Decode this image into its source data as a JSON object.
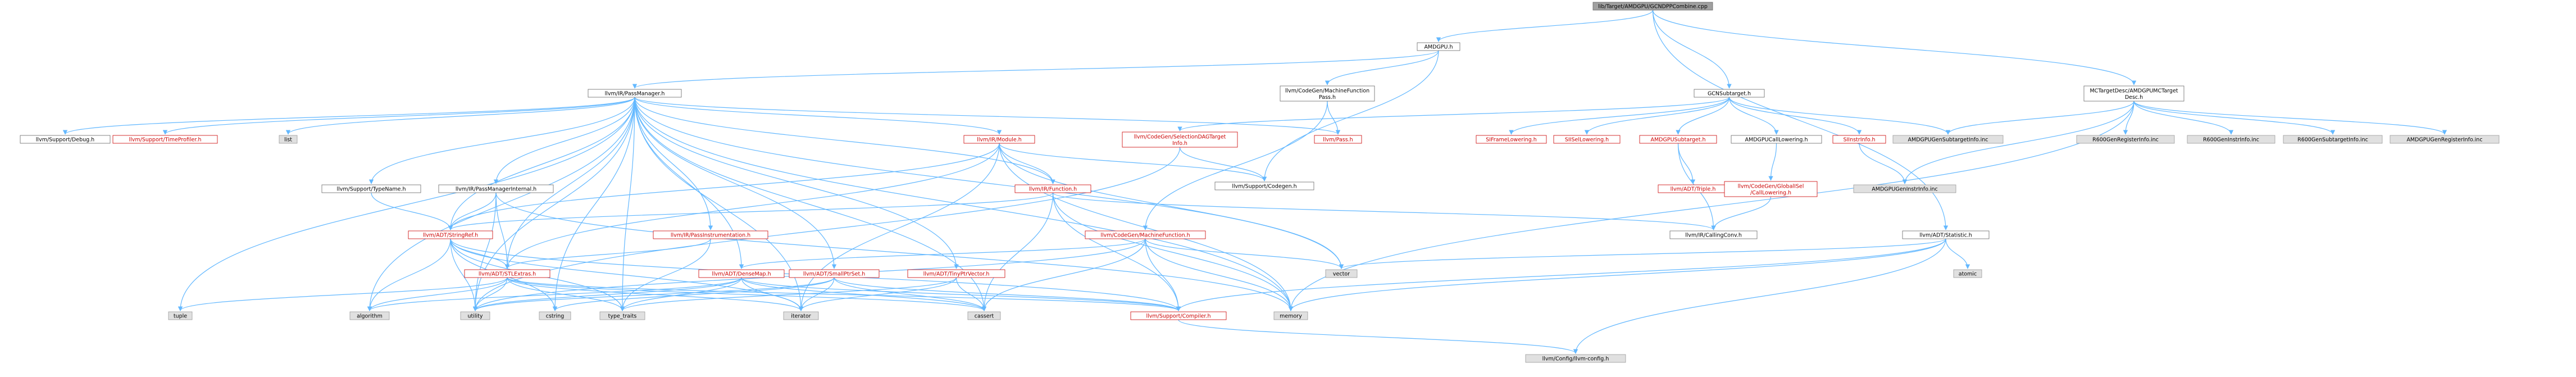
{
  "colors": {
    "edge": "#63b8ff",
    "edge_dark": "#404040",
    "node_fill": "#ffffff",
    "node_stroke": "#666666",
    "node_text": "#000000",
    "node_red_text": "#cc0000",
    "node_red_stroke": "#cc0000",
    "node_gray_fill": "#e0e0e0",
    "node_gray_stroke": "#999999",
    "root_fill": "#a0a0a0",
    "root_stroke": "#666666"
  },
  "nodes": [
    {
      "id": "root",
      "label": "lib/Target/AMDGPU/GCNDPPCombine.cpp",
      "style": "root"
    },
    {
      "id": "amdgpu_h",
      "label": "AMDGPU.h",
      "style": "plain"
    },
    {
      "id": "gcnsubtarget",
      "label": "GCNSubtarget.h",
      "style": "plain"
    },
    {
      "id": "mctargetdesc",
      "label": [
        "MCTargetDesc/AMDGPUMCTarget",
        "Desc.h"
      ],
      "style": "plain"
    },
    {
      "id": "statistic",
      "label": "llvm/ADT/Statistic.h",
      "style": "plain"
    },
    {
      "id": "passmanager",
      "label": "llvm/IR/PassManager.h",
      "style": "plain"
    },
    {
      "id": "mfpass",
      "label": [
        "llvm/CodeGen/MachineFunction",
        "Pass.h"
      ],
      "style": "plain"
    },
    {
      "id": "support_debug",
      "label": "llvm/Support/Debug.h",
      "style": "plain"
    },
    {
      "id": "timeprofiler",
      "label": "llvm/Support/TimeProfiler.h",
      "style": "red"
    },
    {
      "id": "list",
      "label": "list",
      "style": "gray"
    },
    {
      "id": "typename",
      "label": "llvm/Support/TypeName.h",
      "style": "plain"
    },
    {
      "id": "pminternal",
      "label": "llvm/IR/PassManagerInternal.h",
      "style": "plain"
    },
    {
      "id": "irmodule",
      "label": "llvm/IR/Module.h",
      "style": "red"
    },
    {
      "id": "seldag",
      "label": [
        "llvm/CodeGen/SelectionDAGTarget",
        "Info.h"
      ],
      "style": "red"
    },
    {
      "id": "pass_h",
      "label": "llvm/Pass.h",
      "style": "red"
    },
    {
      "id": "codegen_support",
      "label": "llvm/Support/Codegen.h",
      "style": "plain"
    },
    {
      "id": "framelowering",
      "label": "SIFrameLowering.h",
      "style": "red"
    },
    {
      "id": "isellowering",
      "label": "SIISelLowering.h",
      "style": "red"
    },
    {
      "id": "amdgpusubtarget",
      "label": "AMDGPUSubtarget.h",
      "style": "red"
    },
    {
      "id": "calllowering",
      "label": "AMDGPUCallLowering.h",
      "style": "plain"
    },
    {
      "id": "siinstrinfo",
      "label": "SIInstrInfo.h",
      "style": "red"
    },
    {
      "id": "gensubtargetinfo",
      "label": "AMDGPUGenSubtargetInfo.inc",
      "style": "gray"
    },
    {
      "id": "r600genregister",
      "label": "R600GenRegisterInfo.inc",
      "style": "gray"
    },
    {
      "id": "r600geninstr",
      "label": "R600GenInstrInfo.inc",
      "style": "gray"
    },
    {
      "id": "r600gensubtarget",
      "label": "R600GenSubtargetInfo.inc",
      "style": "gray"
    },
    {
      "id": "amdgpugenregister",
      "label": "AMDGPUGenRegisterInfo.inc",
      "style": "gray"
    },
    {
      "id": "irfunction",
      "label": "llvm/IR/Function.h",
      "style": "red"
    },
    {
      "id": "triple",
      "label": "llvm/ADT/Triple.h",
      "style": "red"
    },
    {
      "id": "globalisel",
      "label": [
        "llvm/CodeGen/GlobalISel",
        "/CallLowering.h"
      ],
      "style": "red"
    },
    {
      "id": "amdgpugeninstr",
      "label": "AMDGPUGenInstrInfo.inc",
      "style": "gray"
    },
    {
      "id": "stringref",
      "label": "llvm/ADT/StringRef.h",
      "style": "red"
    },
    {
      "id": "passinstr",
      "label": "llvm/IR/PassInstrumentation.h",
      "style": "red"
    },
    {
      "id": "machinefunction",
      "label": "llvm/CodeGen/MachineFunction.h",
      "style": "red"
    },
    {
      "id": "callingconv",
      "label": "llvm/IR/CallingConv.h",
      "style": "plain"
    },
    {
      "id": "vector",
      "label": "vector",
      "style": "gray"
    },
    {
      "id": "atomic",
      "label": "atomic",
      "style": "gray"
    },
    {
      "id": "stlextras",
      "label": "llvm/ADT/STLExtras.h",
      "style": "red"
    },
    {
      "id": "densemap",
      "label": "llvm/ADT/DenseMap.h",
      "style": "red"
    },
    {
      "id": "smallptrset",
      "label": "llvm/ADT/SmallPtrSet.h",
      "style": "red"
    },
    {
      "id": "tinyptrvector",
      "label": "llvm/ADT/TinyPtrVector.h",
      "style": "red"
    },
    {
      "id": "tuple",
      "label": "tuple",
      "style": "gray"
    },
    {
      "id": "algorithm",
      "label": "algorithm",
      "style": "gray"
    },
    {
      "id": "utility",
      "label": "utility",
      "style": "gray"
    },
    {
      "id": "cstring",
      "label": "cstring",
      "style": "gray"
    },
    {
      "id": "type_traits",
      "label": "type_traits",
      "style": "gray"
    },
    {
      "id": "iterator",
      "label": "iterator",
      "style": "gray"
    },
    {
      "id": "cassert",
      "label": "cassert",
      "style": "gray"
    },
    {
      "id": "compiler",
      "label": "llvm/Support/Compiler.h",
      "style": "red"
    },
    {
      "id": "memory",
      "label": "memory",
      "style": "gray"
    },
    {
      "id": "llvmconfig",
      "label": "llvm/Config/llvm-config.h",
      "style": "gray"
    }
  ],
  "edges": [
    [
      "root",
      "amdgpu_h"
    ],
    [
      "root",
      "gcnsubtarget"
    ],
    [
      "root",
      "mctargetdesc"
    ],
    [
      "root",
      "statistic"
    ],
    [
      "amdgpu_h",
      "passmanager"
    ],
    [
      "amdgpu_h",
      "mfpass"
    ],
    [
      "amdgpu_h",
      "codegen_support"
    ],
    [
      "passmanager",
      "support_debug"
    ],
    [
      "passmanager",
      "timeprofiler"
    ],
    [
      "passmanager",
      "list"
    ],
    [
      "passmanager",
      "typename"
    ],
    [
      "passmanager",
      "pminternal"
    ],
    [
      "passmanager",
      "irmodule"
    ],
    [
      "passmanager",
      "pass_h"
    ],
    [
      "passmanager",
      "irfunction"
    ],
    [
      "passmanager",
      "stringref"
    ],
    [
      "passmanager",
      "passinstr"
    ],
    [
      "passmanager",
      "stlextras"
    ],
    [
      "passmanager",
      "densemap"
    ],
    [
      "passmanager",
      "smallptrset"
    ],
    [
      "passmanager",
      "tinyptrvector"
    ],
    [
      "passmanager",
      "tuple"
    ],
    [
      "passmanager",
      "algorithm"
    ],
    [
      "passmanager",
      "utility"
    ],
    [
      "passmanager",
      "type_traits"
    ],
    [
      "passmanager",
      "iterator"
    ],
    [
      "passmanager",
      "cassert"
    ],
    [
      "passmanager",
      "vector"
    ],
    [
      "passmanager",
      "memory"
    ],
    [
      "passmanager",
      "cstring"
    ],
    [
      "mfpass",
      "pass_h"
    ],
    [
      "mfpass",
      "machinefunction"
    ],
    [
      "typename",
      "stringref"
    ],
    [
      "pminternal",
      "stringref"
    ],
    [
      "pminternal",
      "stlextras"
    ],
    [
      "pminternal",
      "memory"
    ],
    [
      "pminternal",
      "utility"
    ],
    [
      "irmodule",
      "irfunction"
    ],
    [
      "irmodule",
      "stringref"
    ],
    [
      "irmodule",
      "stlextras"
    ],
    [
      "irmodule",
      "codegen_support"
    ],
    [
      "irmodule",
      "vector"
    ],
    [
      "irmodule",
      "memory"
    ],
    [
      "irmodule",
      "iterator"
    ],
    [
      "seldag",
      "codegen_support"
    ],
    [
      "seldag",
      "utility"
    ],
    [
      "gcnsubtarget",
      "framelowering"
    ],
    [
      "gcnsubtarget",
      "isellowering"
    ],
    [
      "gcnsubtarget",
      "amdgpusubtarget"
    ],
    [
      "gcnsubtarget",
      "calllowering"
    ],
    [
      "gcnsubtarget",
      "siinstrinfo"
    ],
    [
      "gcnsubtarget",
      "gensubtargetinfo"
    ],
    [
      "gcnsubtarget",
      "seldag"
    ],
    [
      "amdgpusubtarget",
      "triple"
    ],
    [
      "amdgpusubtarget",
      "callingconv"
    ],
    [
      "calllowering",
      "globalisel"
    ],
    [
      "globalisel",
      "callingconv"
    ],
    [
      "siinstrinfo",
      "amdgpugeninstr"
    ],
    [
      "mctargetdesc",
      "gensubtargetinfo"
    ],
    [
      "mctargetdesc",
      "r600genregister"
    ],
    [
      "mctargetdesc",
      "r600geninstr"
    ],
    [
      "mctargetdesc",
      "r600gensubtarget"
    ],
    [
      "mctargetdesc",
      "amdgpugenregister"
    ],
    [
      "mctargetdesc",
      "amdgpugeninstr"
    ],
    [
      "mctargetdesc",
      "memory"
    ],
    [
      "irfunction",
      "stringref"
    ],
    [
      "irfunction",
      "callingconv"
    ],
    [
      "irfunction",
      "compiler"
    ],
    [
      "irfunction",
      "cassert"
    ],
    [
      "irfunction",
      "memory"
    ],
    [
      "stringref",
      "stlextras"
    ],
    [
      "stringref",
      "compiler"
    ],
    [
      "stringref",
      "algorithm"
    ],
    [
      "stringref",
      "utility"
    ],
    [
      "stringref",
      "cstring"
    ],
    [
      "stringref",
      "type_traits"
    ],
    [
      "stringref",
      "iterator"
    ],
    [
      "passinstr",
      "stlextras"
    ],
    [
      "passinstr",
      "type_traits"
    ],
    [
      "machinefunction",
      "densemap"
    ],
    [
      "machinefunction",
      "vector"
    ],
    [
      "machinefunction",
      "compiler"
    ],
    [
      "machinefunction",
      "memory"
    ],
    [
      "machinefunction",
      "utility"
    ],
    [
      "machinefunction",
      "cassert"
    ],
    [
      "stlextras",
      "compiler"
    ],
    [
      "stlextras",
      "tuple"
    ],
    [
      "stlextras",
      "algorithm"
    ],
    [
      "stlextras",
      "utility"
    ],
    [
      "stlextras",
      "iterator"
    ],
    [
      "stlextras",
      "type_traits"
    ],
    [
      "stlextras",
      "cassert"
    ],
    [
      "densemap",
      "compiler"
    ],
    [
      "densemap",
      "algorithm"
    ],
    [
      "densemap",
      "utility"
    ],
    [
      "densemap",
      "type_traits"
    ],
    [
      "densemap",
      "iterator"
    ],
    [
      "densemap",
      "cassert"
    ],
    [
      "smallptrset",
      "compiler"
    ],
    [
      "smallptrset",
      "cstring"
    ],
    [
      "smallptrset",
      "utility"
    ],
    [
      "smallptrset",
      "iterator"
    ],
    [
      "smallptrset",
      "cassert"
    ],
    [
      "tinyptrvector",
      "cassert"
    ],
    [
      "tinyptrvector",
      "iterator"
    ],
    [
      "tinyptrvector",
      "type_traits"
    ],
    [
      "compiler",
      "llvmconfig"
    ],
    [
      "statistic",
      "vector"
    ],
    [
      "statistic",
      "atomic"
    ],
    [
      "statistic",
      "memory"
    ],
    [
      "statistic",
      "compiler"
    ],
    [
      "statistic",
      "llvmconfig"
    ]
  ]
}
